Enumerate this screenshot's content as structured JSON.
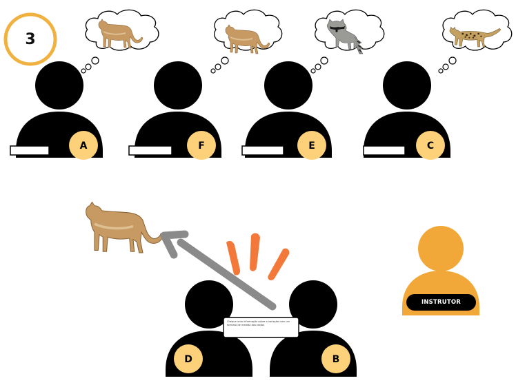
{
  "step_number": "3",
  "participants": [
    {
      "letter": "A",
      "thought_animal": "puma"
    },
    {
      "letter": "F",
      "thought_animal": "puma"
    },
    {
      "letter": "E",
      "thought_animal": "raccoon"
    },
    {
      "letter": "C",
      "thought_animal": "ocelot"
    }
  ],
  "pair": {
    "left_letter": "D",
    "right_letter": "B",
    "shared_card_text": "Cheque uma informação sobre a variação com um formato de medida dos textos"
  },
  "shown_animal": "puma",
  "instructor": {
    "label": "INSTRUTOR"
  },
  "colors": {
    "silhouette": "#000000",
    "badge": "#fdd179",
    "accent_orange": "#f1a838",
    "step_ring": "#f1b140",
    "burst": "#f3793b",
    "arrow": "#8a8a8a"
  }
}
